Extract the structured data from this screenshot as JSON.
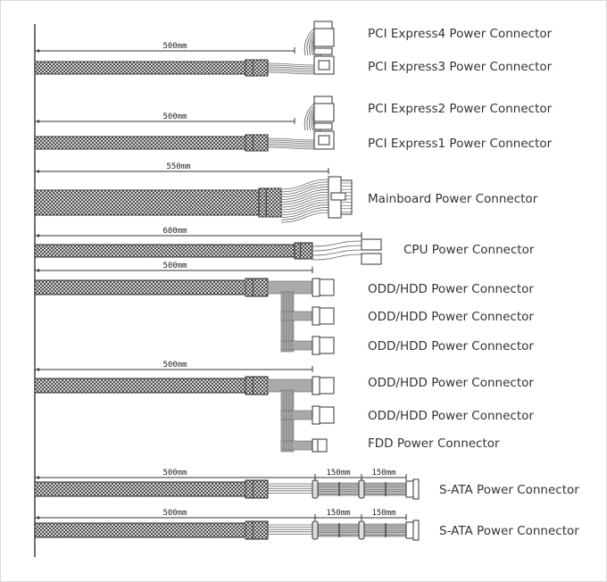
{
  "diagram": {
    "title": "PSU Cable Layout",
    "cables": [
      {
        "id": "pcie-a",
        "length_label": "500mm",
        "connectors": [
          "PCI Express4 Power Connector",
          "PCI Express3 Power Connector"
        ]
      },
      {
        "id": "pcie-b",
        "length_label": "500mm",
        "connectors": [
          "PCI Express2 Power Connector",
          "PCI Express1 Power Connector"
        ]
      },
      {
        "id": "mainboard",
        "length_label": "550mm",
        "connectors": [
          "Mainboard Power Connector"
        ]
      },
      {
        "id": "cpu",
        "length_label": "600mm",
        "connectors": [
          "CPU Power Connector"
        ]
      },
      {
        "id": "molex-a",
        "length_label": "500mm",
        "connectors": [
          "ODD/HDD Power Connector",
          "ODD/HDD Power Connector",
          "ODD/HDD Power Connector"
        ]
      },
      {
        "id": "molex-b",
        "length_label": "500mm",
        "connectors": [
          "ODD/HDD Power Connector",
          "ODD/HDD Power Connector",
          "FDD Power Connector"
        ]
      },
      {
        "id": "sata-a",
        "length_label": "500mm",
        "segment_labels": [
          "150mm",
          "150mm"
        ],
        "connectors": [
          "S-ATA Power Connector"
        ]
      },
      {
        "id": "sata-b",
        "length_label": "500mm",
        "segment_labels": [
          "150mm",
          "150mm"
        ],
        "connectors": [
          "S-ATA Power Connector"
        ]
      }
    ]
  },
  "colors": {
    "line": "#333333",
    "sleeve": "#555555",
    "wire": "#777777",
    "text": "#333333"
  }
}
